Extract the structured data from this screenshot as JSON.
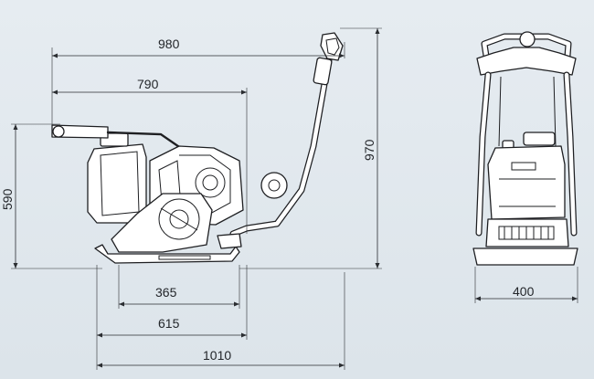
{
  "side_view": {
    "dimensions": {
      "overall_length": "980",
      "body_length": "790",
      "plate_length": "365",
      "track_length": "615",
      "total_length": "1010",
      "body_height": "590",
      "overall_height": "970"
    }
  },
  "front_view": {
    "dimensions": {
      "plate_width": "400"
    }
  }
}
